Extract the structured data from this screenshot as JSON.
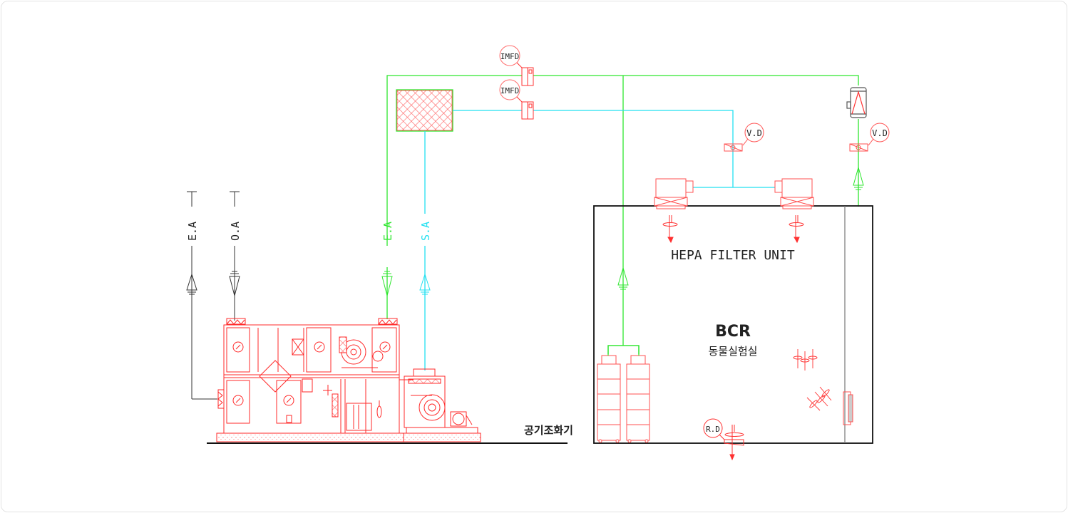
{
  "diagram": {
    "title": "BCR 동물실험실 공조 계통도",
    "colors": {
      "equipment": "#ff2a2a",
      "equipment_light": "#ff8080",
      "exhaust_duct": "#2ee62e",
      "supply_duct": "#22e0f0",
      "outdoor_line": "#333333",
      "room_wall": "#111111",
      "frame_border": "#e3e3e3"
    },
    "ahu": {
      "label": "공기조화기",
      "ports": [
        {
          "id": "ea-outside",
          "label": "E.A",
          "direction": "up"
        },
        {
          "id": "oa-outside",
          "label": "O.A",
          "direction": "down"
        },
        {
          "id": "ea-return",
          "label": "E.A",
          "direction": "down"
        },
        {
          "id": "sa-supply",
          "label": "S.A",
          "direction": "up"
        }
      ]
    },
    "dampers": [
      {
        "id": "imfd-exhaust",
        "tag": "IMFD"
      },
      {
        "id": "imfd-supply",
        "tag": "IMFD"
      },
      {
        "id": "vd-supply",
        "tag": "V.D"
      },
      {
        "id": "vd-exhaust",
        "tag": "V.D"
      },
      {
        "id": "rd-room",
        "tag": "R.D"
      }
    ],
    "room": {
      "name": "BCR",
      "subtitle": "동물실험실",
      "hepa_label": "HEPA FILTER UNIT"
    }
  }
}
